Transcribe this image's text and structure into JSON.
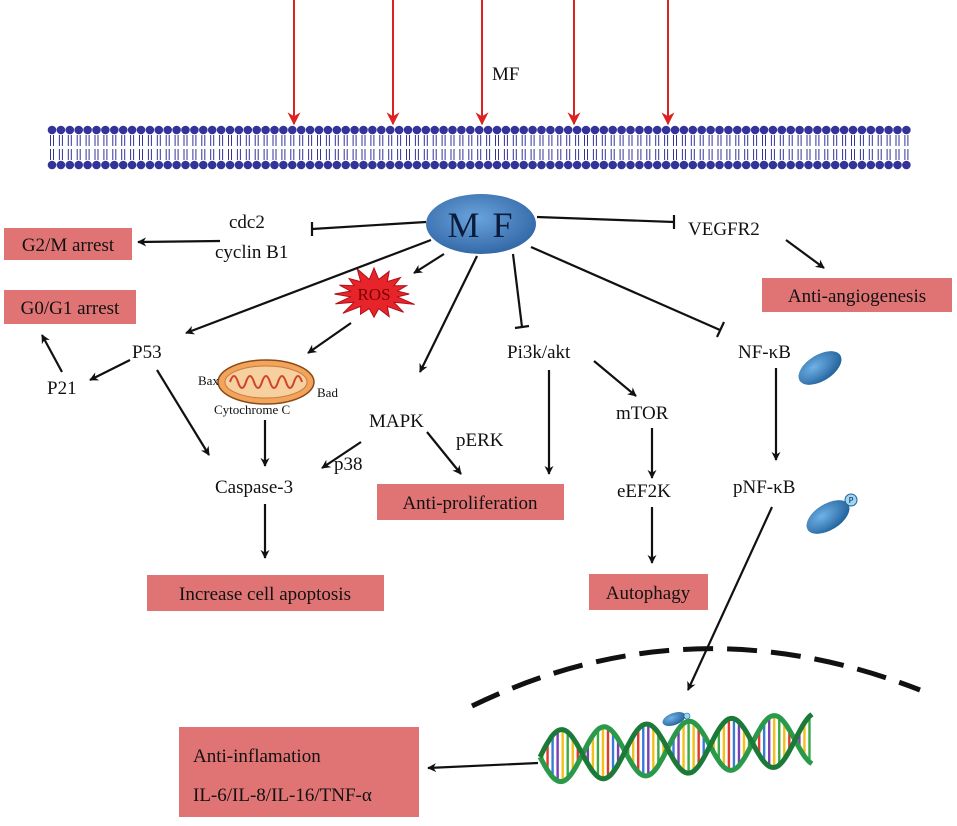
{
  "colors": {
    "membrane": "#33339a",
    "field_arrow": "#dd2222",
    "outcome_box": "#e07474",
    "hub": "#3f7fc1",
    "ros_burst": "#e8242b",
    "protein": "#2e78b8"
  },
  "labels": {
    "field": "MF",
    "hub": "M F",
    "cdc2": "cdc2",
    "cyclin_b1": "cyclin B1",
    "vegfr2": "VEGFR2",
    "ros": "ROS",
    "p53": "P53",
    "p21": "P21",
    "bax": "Bax",
    "bad": "Bad",
    "cytochrome_c": "Cytochrome C",
    "mapk": "MAPK",
    "perk": "pERK",
    "p38": "p38",
    "caspase3": "Caspase-3",
    "pi3k_akt": "Pi3k/akt",
    "mtor": "mTOR",
    "eef2k": "eEF2K",
    "nfkb": "NF-κB",
    "pnfkb": "pNF-κB",
    "phospho": "P"
  },
  "outcomes": {
    "g2m": "G2/M arrest",
    "g0g1": "G0/G1 arrest",
    "angio": "Anti-angiogenesis",
    "prolif": "Anti-proliferation",
    "apoptosis": "Increase cell apoptosis",
    "autophagy": "Autophagy",
    "inflam_title": "Anti-inflamation",
    "inflam_cytokines": "IL-6/IL-8/IL-16/TNF-α"
  },
  "icons": [
    "membrane-icon",
    "mitochondrion-icon",
    "ros-burst-icon",
    "nfkb-protein-icon",
    "dna-helix-icon"
  ]
}
